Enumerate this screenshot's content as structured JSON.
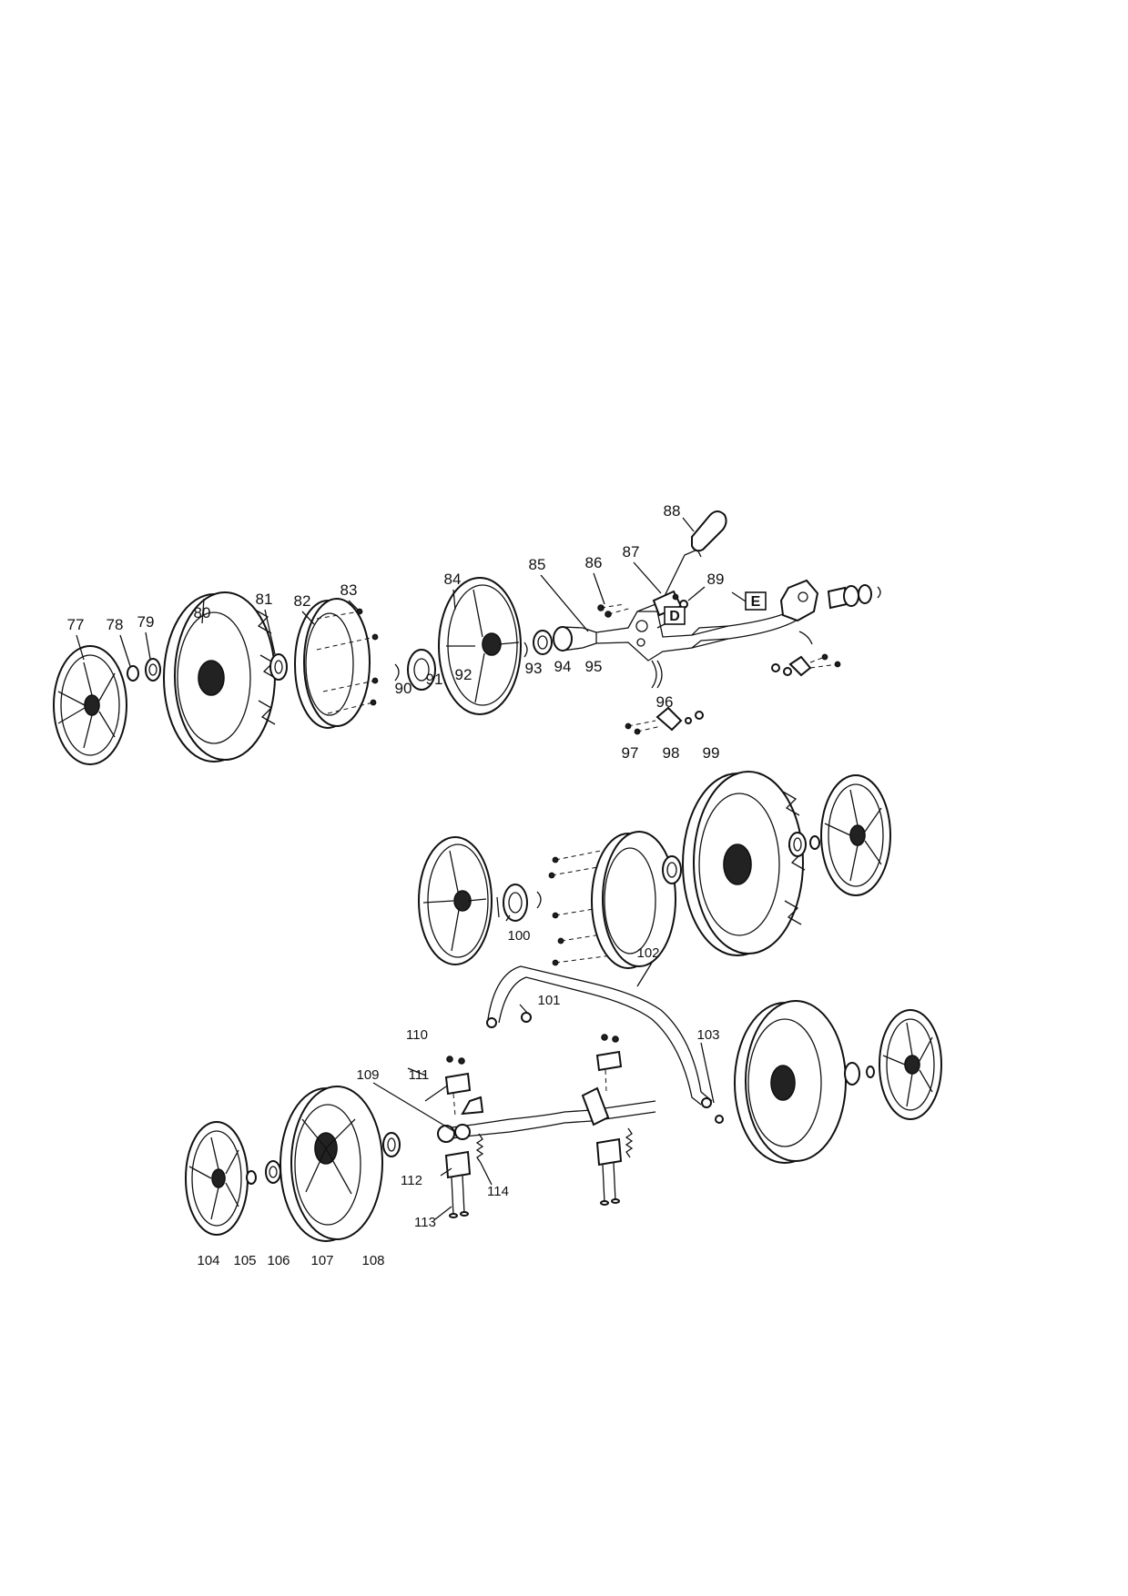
{
  "diagram": {
    "labels_upper": [
      "77",
      "78",
      "79",
      "80",
      "81",
      "82",
      "83",
      "84",
      "85",
      "86",
      "87",
      "88",
      "89",
      "90",
      "91",
      "92",
      "93",
      "94",
      "95",
      "96",
      "97",
      "98",
      "99"
    ],
    "labels_middle": [
      "100"
    ],
    "labels_lower": [
      "101",
      "102",
      "103",
      "104",
      "105",
      "106",
      "107",
      "108",
      "109",
      "110",
      "111",
      "112",
      "113",
      "114"
    ],
    "boxed_labels": [
      "D",
      "E"
    ]
  }
}
